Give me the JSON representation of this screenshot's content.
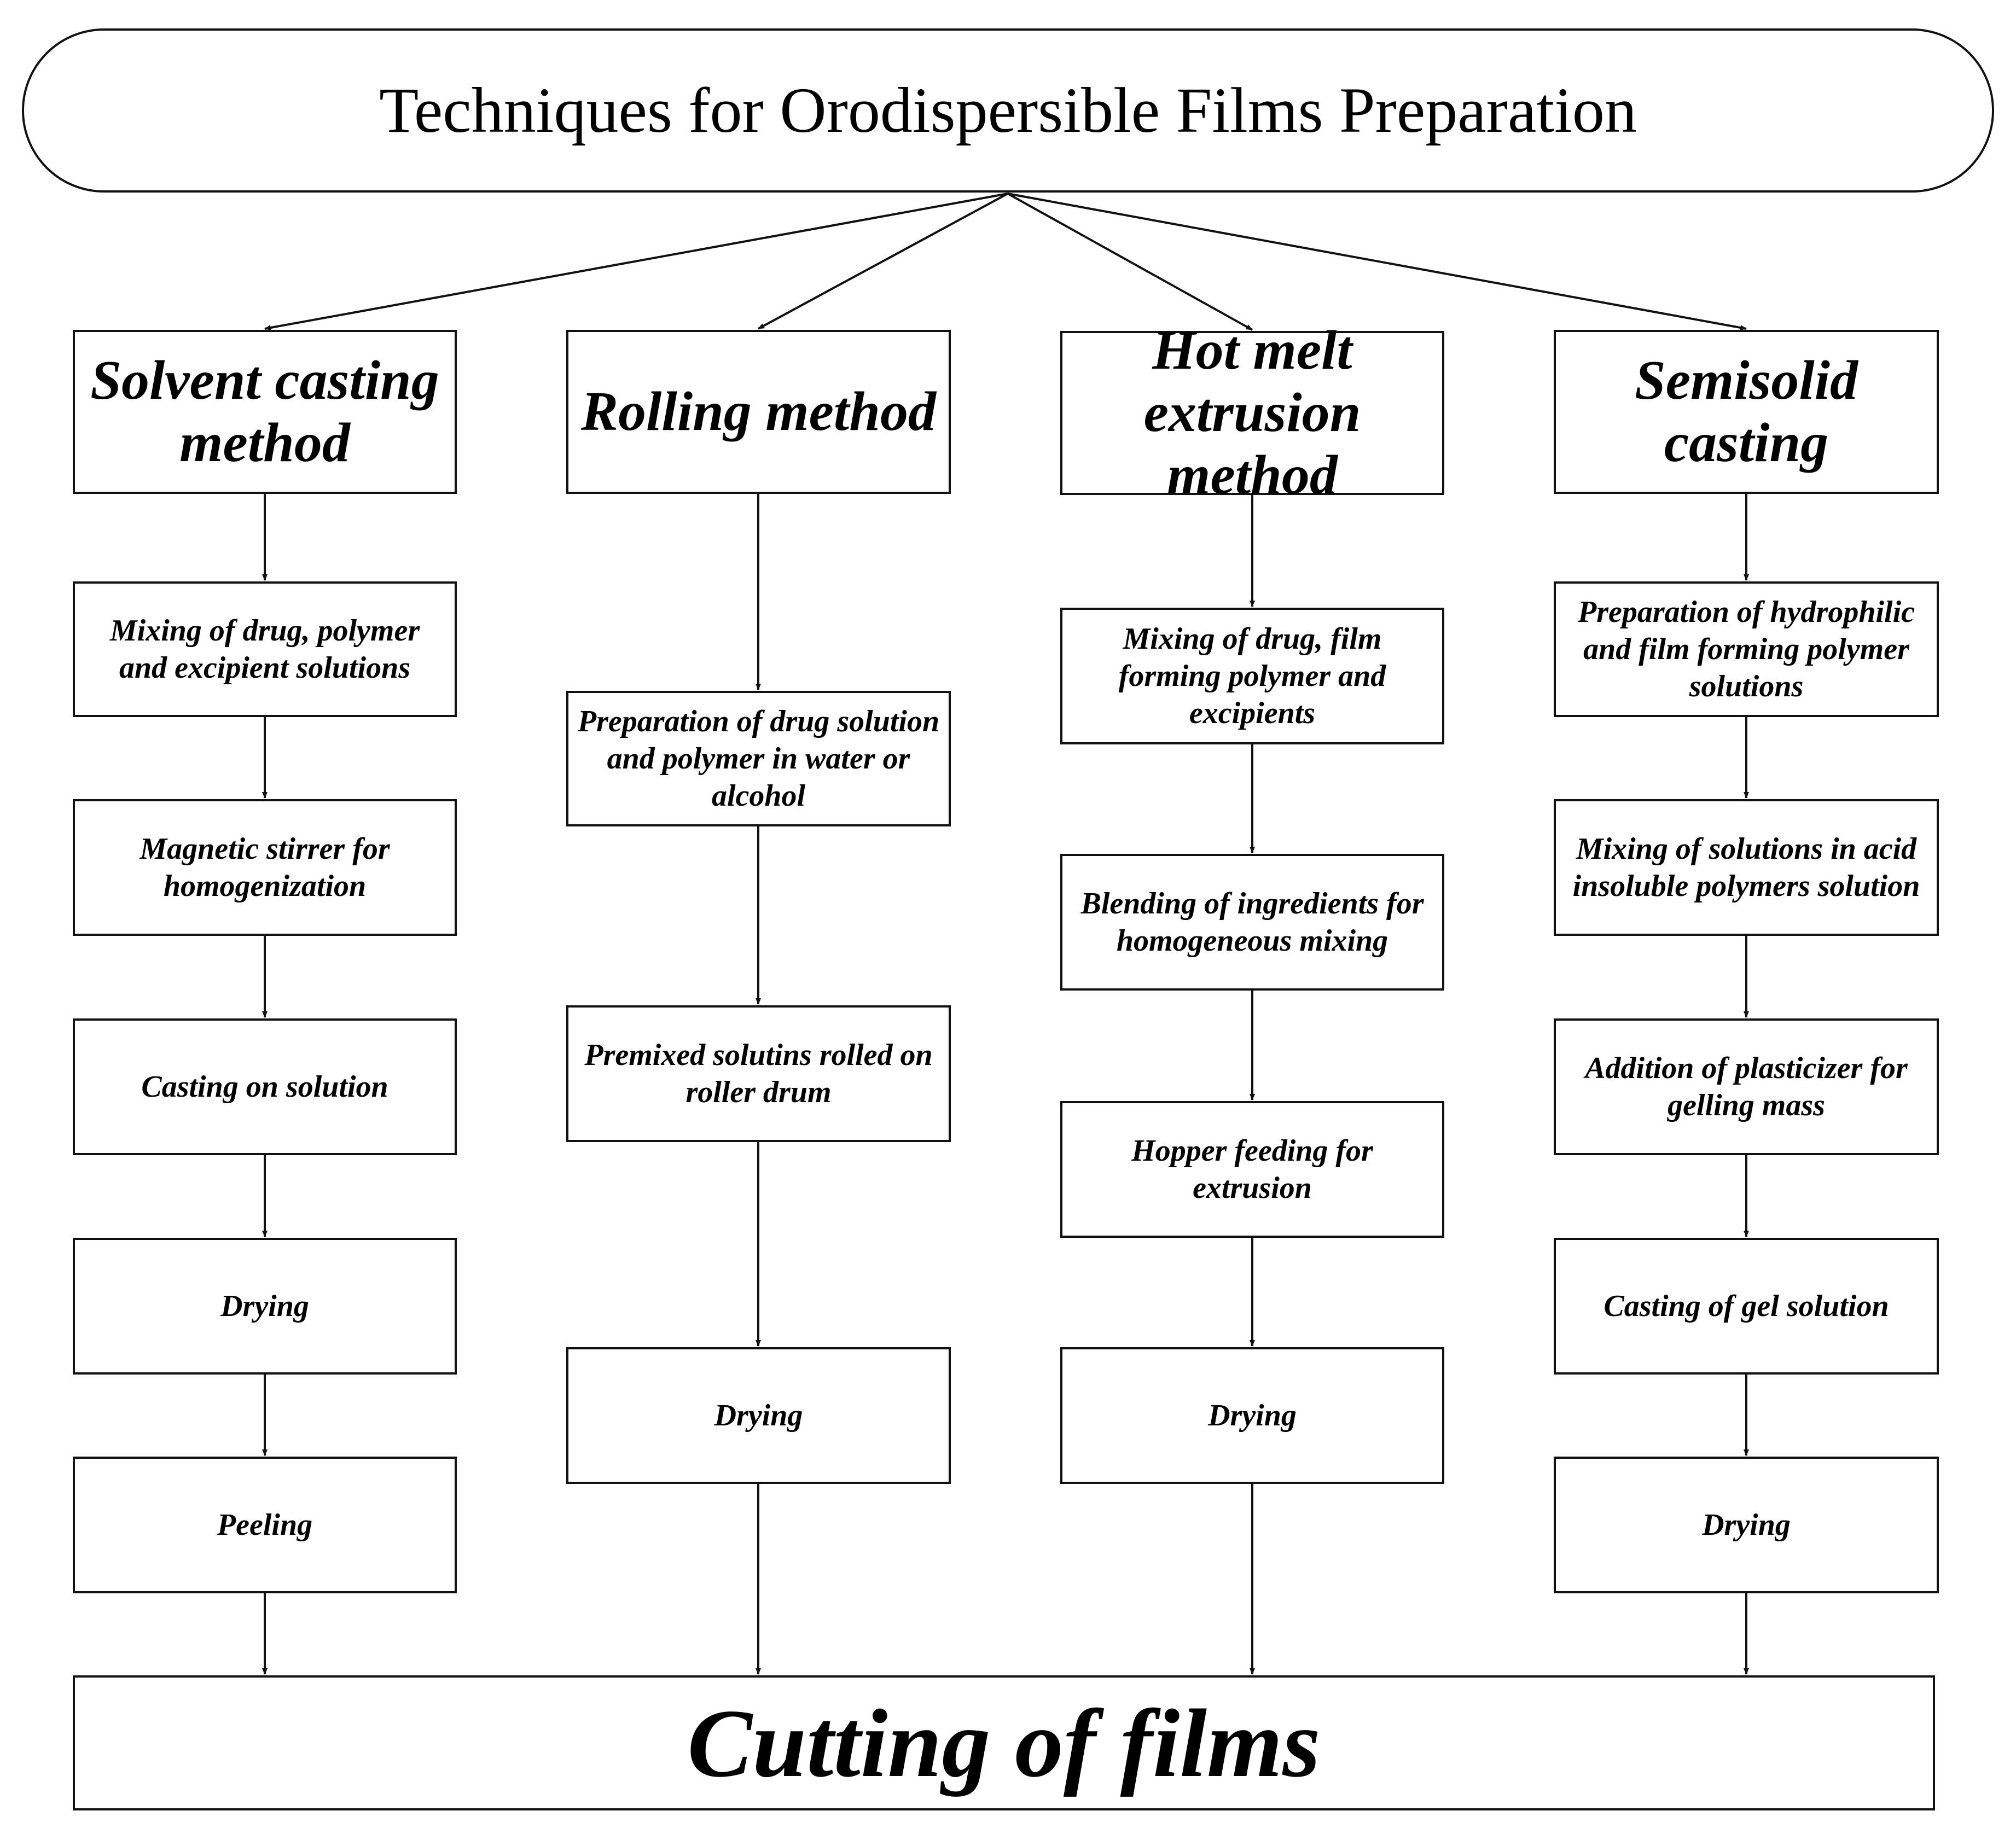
{
  "title": "Techniques for Orodispersible Films Preparation",
  "methods": [
    {
      "name": "Solvent casting method",
      "steps": [
        "Mixing of drug, polymer and excipient solutions",
        "Magnetic stirrer for homogenization",
        "Casting on solution",
        "Drying",
        "Peeling"
      ]
    },
    {
      "name": "Rolling method",
      "steps": [
        "Preparation of drug solution and polymer in water or alcohol",
        "Premixed solutins rolled on roller drum",
        "Drying"
      ]
    },
    {
      "name": "Hot melt extrusion method",
      "steps": [
        "Mixing of drug, film forming polymer and excipients",
        "Blending of ingredients for homogeneous mixing",
        "Hopper feeding for extrusion",
        "Drying"
      ]
    },
    {
      "name": "Semisolid casting",
      "steps": [
        "Preparation of hydrophilic and film forming polymer solutions",
        "Mixing of solutions in acid insoluble polymers solution",
        "Addition of plasticizer for gelling mass",
        "Casting of gel solution",
        "Drying"
      ]
    }
  ],
  "final_step": "Cutting of films",
  "colors": {
    "line": "#111111",
    "box_fill": "#ffffff",
    "text": "#000000"
  }
}
